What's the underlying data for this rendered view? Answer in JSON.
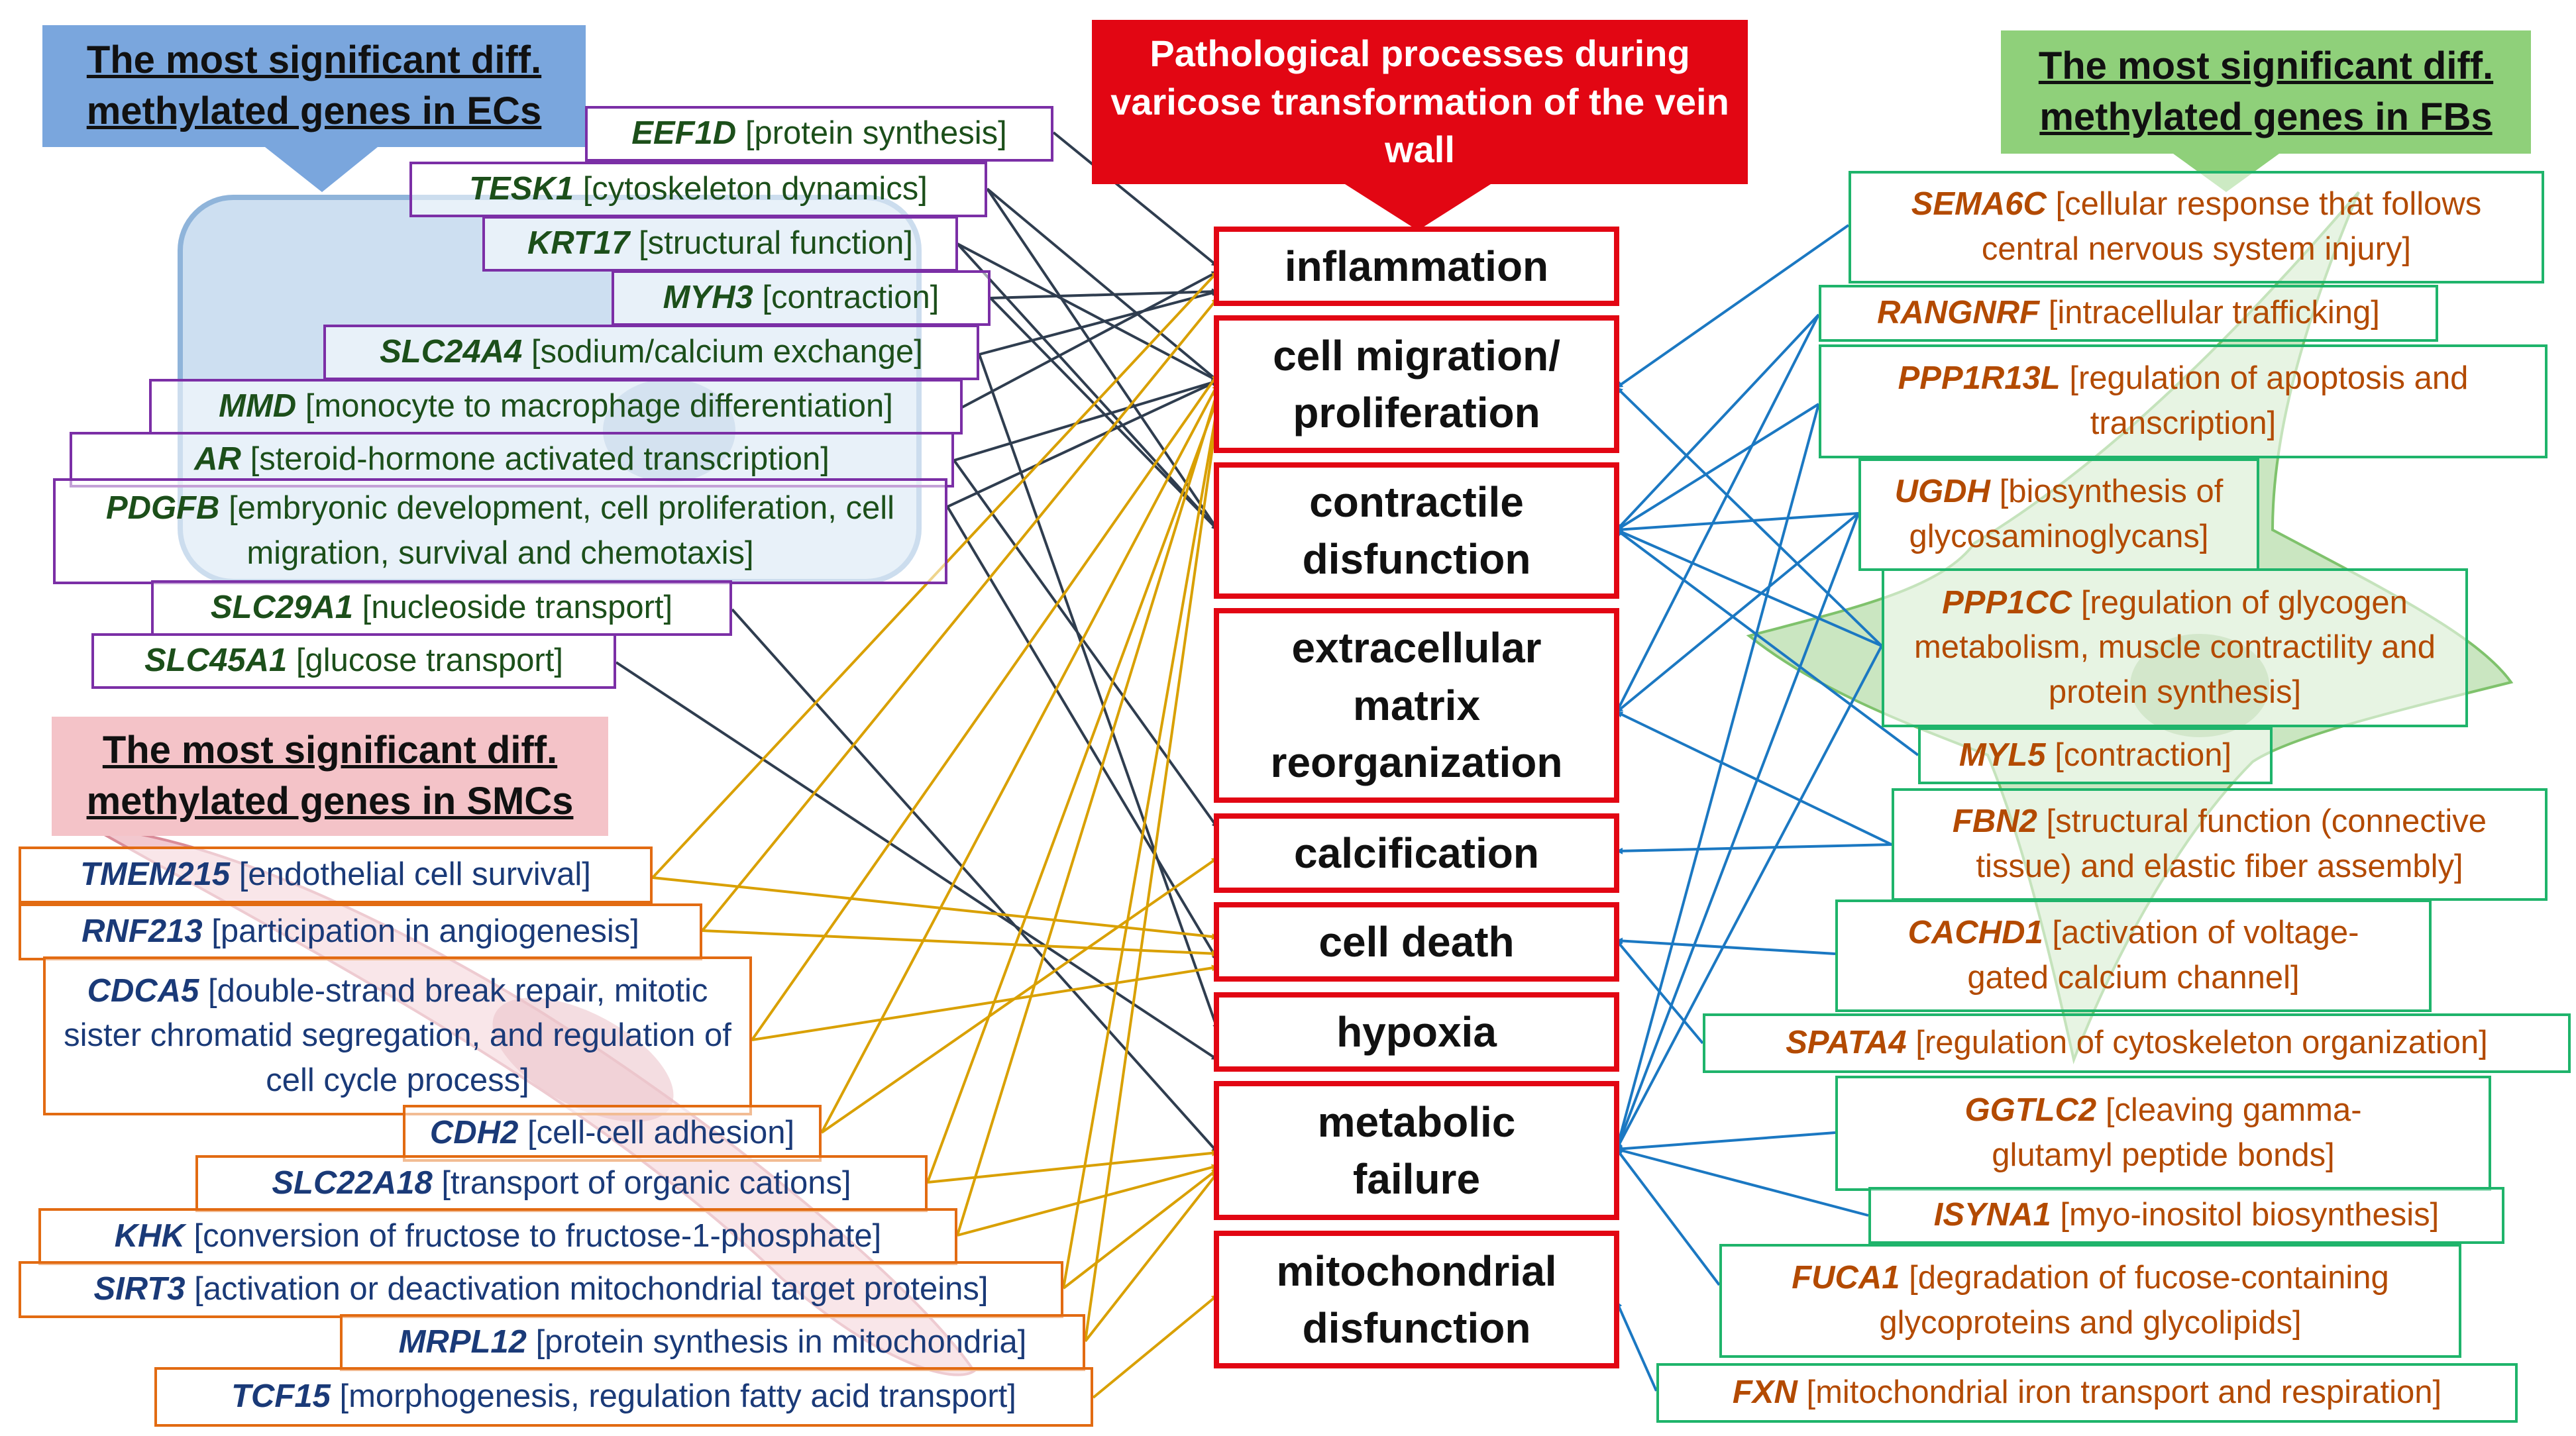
{
  "colors": {
    "ec_border": "#7b2fa6",
    "ec_text": "#1c4f1a",
    "ec_header_bg": "#7aa6dd",
    "smc_border": "#e26b12",
    "smc_text": "#1a3a78",
    "smc_header_bg": "#f4c3c8",
    "fb_border": "#1fb46b",
    "fb_text": "#b34a00",
    "fb_header_bg": "#8fd07a",
    "process_border": "#e20613",
    "header_red": "#e20613",
    "ec_arrow": "#2f3d4f",
    "smc_arrow": "#d9a000",
    "fb_arrow": "#1b78c2"
  },
  "header": {
    "main": "Pathological processes during varicose transformation of the vein wall",
    "ecs": "The most significant diff. methylated genes in ECs",
    "smcs": "The most significant diff. methylated genes in SMCs",
    "fbs": "The most significant diff. methylated genes in FBs"
  },
  "processes": [
    {
      "label": "inflammation"
    },
    {
      "label": "cell migration/ proliferation"
    },
    {
      "label": "contractile disfunction"
    },
    {
      "label": "extracellular matrix reorganization"
    },
    {
      "label": "calcification"
    },
    {
      "label": "cell death"
    },
    {
      "label": "hypoxia"
    },
    {
      "label": "metabolic failure"
    },
    {
      "label": "mitochondrial disfunction"
    }
  ],
  "ec_genes": [
    {
      "gene": "EEF1D",
      "desc": "[protein synthesis]"
    },
    {
      "gene": "TESK1",
      "desc": "[cytoskeleton dynamics]"
    },
    {
      "gene": "KRT17",
      "desc": "[structural function]"
    },
    {
      "gene": "MYH3",
      "desc": "[contraction]"
    },
    {
      "gene": "SLC24A4",
      "desc": "[sodium/calcium exchange]"
    },
    {
      "gene": "MMD",
      "desc": "[monocyte to macrophage differentiation]"
    },
    {
      "gene": "AR",
      "desc": "[steroid-hormone activated transcription]"
    },
    {
      "gene": "PDGFB",
      "desc": "[embryonic development, cell proliferation, cell migration, survival and chemotaxis]"
    },
    {
      "gene": "SLC29A1",
      "desc": "[nucleoside transport]"
    },
    {
      "gene": "SLC45A1",
      "desc": "[glucose transport]"
    }
  ],
  "smc_genes": [
    {
      "gene": "TMEM215",
      "desc": "[endothelial cell survival]"
    },
    {
      "gene": "RNF213",
      "desc": "[participation in angiogenesis]"
    },
    {
      "gene": "CDCA5",
      "desc": "[double-strand break repair, mitotic sister chromatid segregation, and regulation of cell cycle process]"
    },
    {
      "gene": "CDH2",
      "desc": "[cell-cell adhesion]"
    },
    {
      "gene": "SLC22A18",
      "desc": "[transport of organic cations]"
    },
    {
      "gene": "KHK",
      "desc": "[conversion of fructose to fructose-1-phosphate]"
    },
    {
      "gene": "SIRT3",
      "desc": "[activation or deactivation mitochondrial target proteins]"
    },
    {
      "gene": "MRPL12",
      "desc": "[protein synthesis in mitochondria]"
    },
    {
      "gene": "TCF15",
      "desc": "[morphogenesis, regulation fatty acid transport]"
    }
  ],
  "fb_genes": [
    {
      "gene": "SEMA6C",
      "desc": "[cellular response that follows central nervous system injury]"
    },
    {
      "gene": "RANGNRF",
      "desc": "[intracellular trafficking]"
    },
    {
      "gene": "PPP1R13L",
      "desc": "[regulation of apoptosis and transcription]"
    },
    {
      "gene": "UGDH",
      "desc": "[biosynthesis of glycosaminoglycans]"
    },
    {
      "gene": "PPP1CC",
      "desc": "[regulation of glycogen metabolism, muscle contractility and protein synthesis]"
    },
    {
      "gene": "MYL5",
      "desc": "[contraction]"
    },
    {
      "gene": "FBN2",
      "desc": "[structural function (connective tissue) and elastic fiber assembly]"
    },
    {
      "gene": "CACHD1",
      "desc": "[activation of voltage-gated calcium channel]"
    },
    {
      "gene": "SPATA4",
      "desc": "[regulation of cytoskeleton organization]"
    },
    {
      "gene": "GGTLC2",
      "desc": "[cleaving gamma-glutamyl peptide bonds]"
    },
    {
      "gene": "ISYNA1",
      "desc": "[myo-inositol biosynthesis]"
    },
    {
      "gene": "FUCA1",
      "desc": "[degradation of fucose-containing glycoproteins and glycolipids]"
    },
    {
      "gene": "FXN",
      "desc": "[mitochondrial iron transport and respiration]"
    }
  ]
}
